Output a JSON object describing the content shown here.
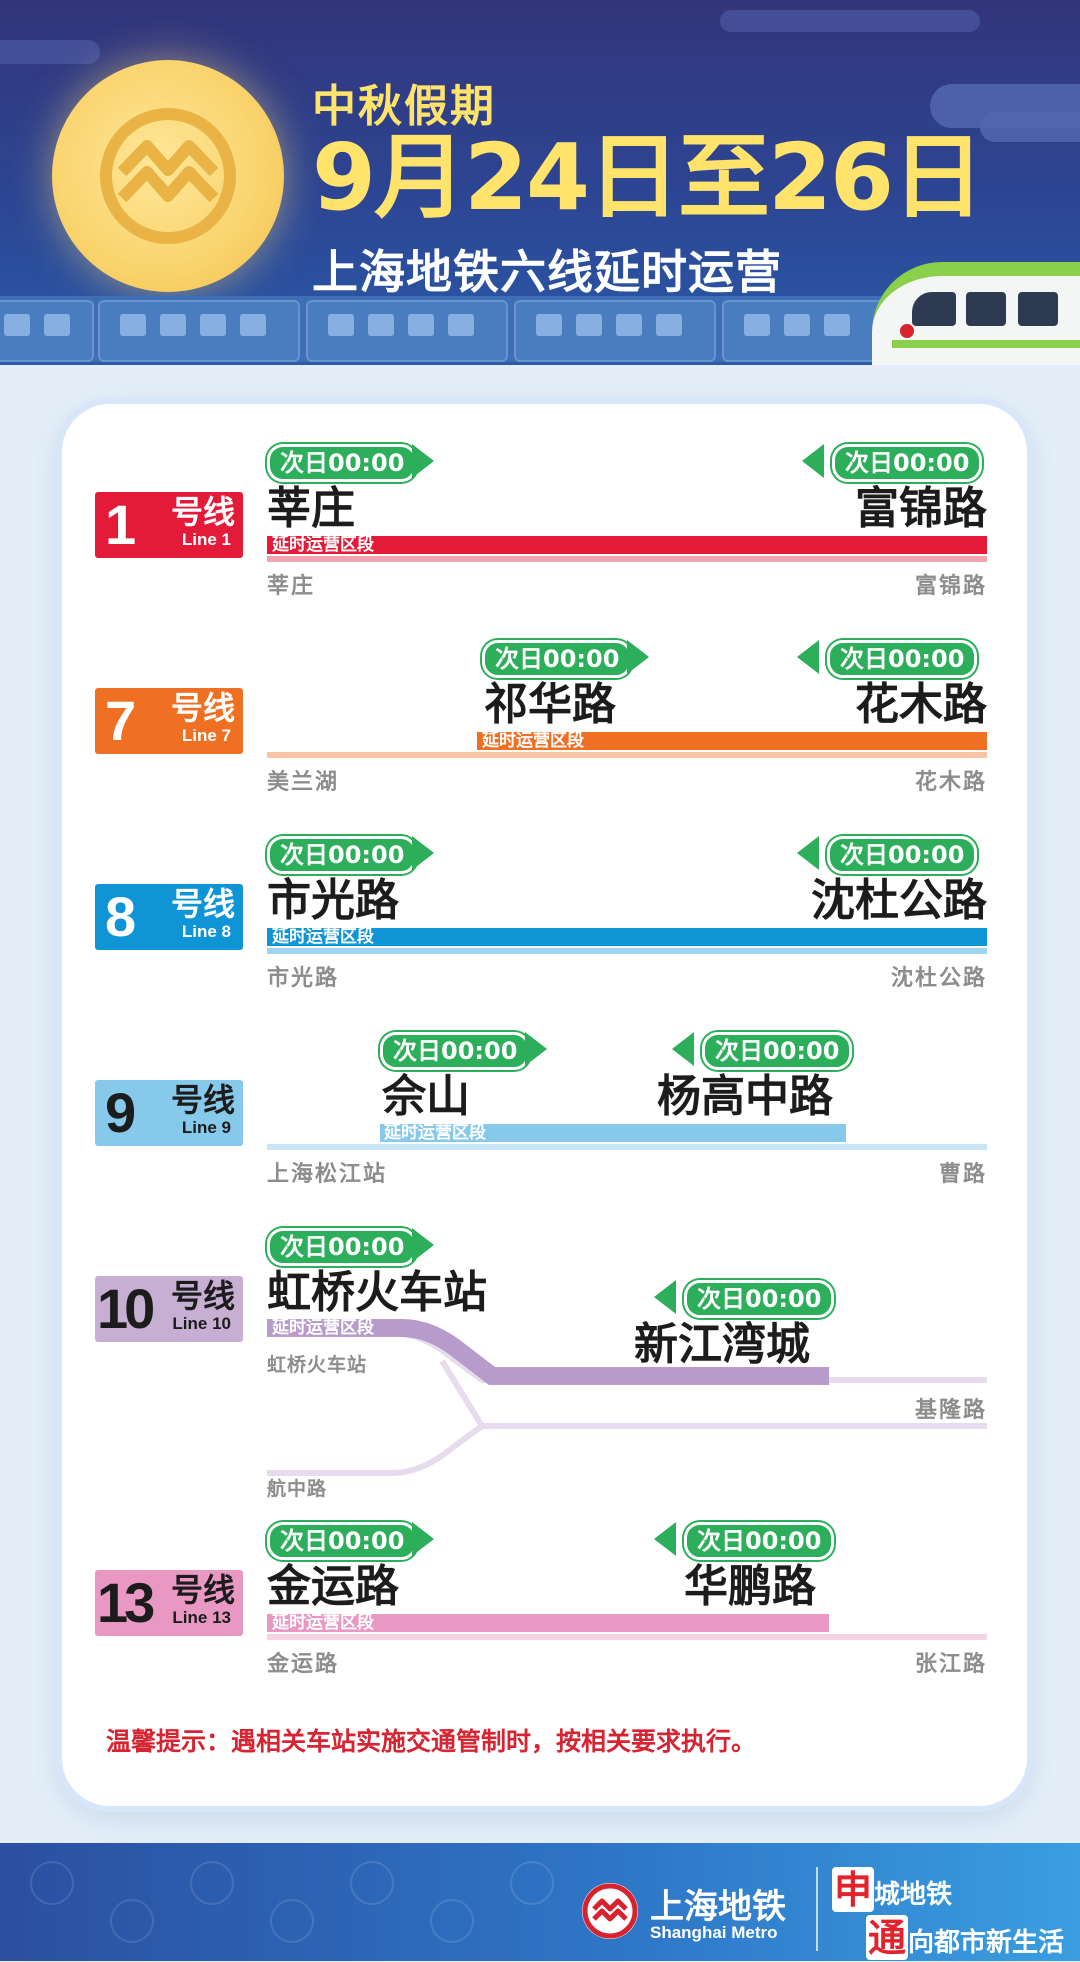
{
  "header": {
    "festival": "中秋假期",
    "date": "9月24日至26日",
    "title": "上海地铁六线延时运营"
  },
  "lines": [
    {
      "number": "1",
      "cn": "号线",
      "en": "Line 1",
      "color": "#e31a38",
      "light": "#f2a3b0",
      "text_color": "#ffffff",
      "tag_left": "次日00:00",
      "tag_right": "次日00:00",
      "station_left": "莘庄",
      "station_right": "富锦路",
      "seg_label": "延时运营区段",
      "term_left": "莘庄",
      "term_right": "富锦路"
    },
    {
      "number": "7",
      "cn": "号线",
      "en": "Line 7",
      "color": "#f07023",
      "light": "#f9c4a3",
      "text_color": "#ffffff",
      "tag_left": "次日00:00",
      "tag_right": "次日00:00",
      "station_left": "祁华路",
      "station_right": "花木路",
      "seg_label": "延时运营区段",
      "term_left": "美兰湖",
      "term_right": "花木路"
    },
    {
      "number": "8",
      "cn": "号线",
      "en": "Line 8",
      "color": "#0f94d5",
      "light": "#9fd3ee",
      "text_color": "#ffffff",
      "tag_left": "次日00:00",
      "tag_right": "次日00:00",
      "station_left": "市光路",
      "station_right": "沈杜公路",
      "seg_label": "延时运营区段",
      "term_left": "市光路",
      "term_right": "沈杜公路"
    },
    {
      "number": "9",
      "cn": "号线",
      "en": "Line 9",
      "color": "#87c9ea",
      "light": "#c6e5f5",
      "text_color": "#1c1c1c",
      "tag_left": "次日00:00",
      "tag_right": "次日00:00",
      "station_left": "佘山",
      "station_right": "杨高中路",
      "seg_label": "延时运营区段",
      "term_left": "上海松江站",
      "term_right": "曹路"
    },
    {
      "number": "10",
      "cn": "号线",
      "en": "Line 10",
      "color": "#c7afd3",
      "light": "#e6dcee",
      "text_color": "#1c1c1c",
      "tag_left": "次日00:00",
      "tag_right": "次日00:00",
      "station_left": "虹桥火车站",
      "station_right": "新江湾城",
      "seg_label": "延时运营区段",
      "term_left": "虹桥火车站",
      "term_branch": "航中路",
      "term_right": "基隆路"
    },
    {
      "number": "13",
      "cn": "号线",
      "en": "Line 13",
      "color": "#e898c2",
      "light": "#f5d3e5",
      "text_color": "#1c1c1c",
      "tag_left": "次日00:00",
      "tag_right": "次日00:00",
      "station_left": "金运路",
      "station_right": "华鹏路",
      "seg_label": "延时运营区段",
      "term_left": "金运路",
      "term_right": "张江路"
    }
  ],
  "notice": "温馨提示：遇相关车站实施交通管制时，按相关要求执行。",
  "footer": {
    "brand": "上海地铁",
    "brand_en": "Shanghai Metro",
    "slogan_1_big": "申",
    "slogan_1": "城地铁",
    "slogan_2_big": "通",
    "slogan_2": "向都市新生活"
  },
  "colors": {
    "tag_green": "#2cae5a",
    "notice_red": "#d62433",
    "moon": "#f9d36c"
  },
  "icons": [
    "moon-metro-logo-icon",
    "train-icon",
    "arrow-right-icon",
    "arrow-left-icon",
    "shanghai-metro-logo-icon"
  ]
}
